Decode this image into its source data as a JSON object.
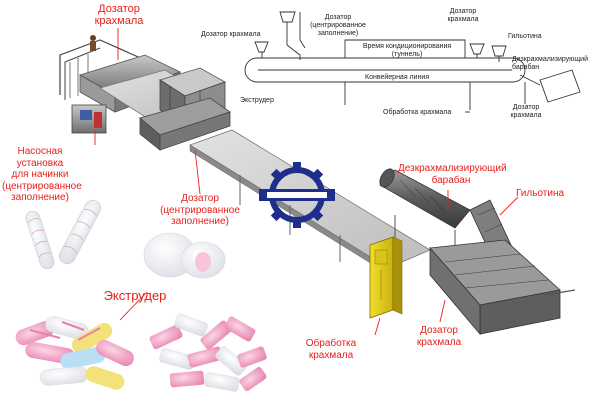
{
  "labels": {
    "starch_doser_top": "Дозатор\nкрахмала",
    "pump_unit": "Насосная\nустановка\nдля начинки\n(центрированное\nзаполнение)",
    "extruder": "Экструдер",
    "depositor": "Дозатор\n(центрированное\nзаполнение)",
    "destarching_drum": "Дезкрахмализирующий\nбарабан",
    "guillotine": "Гильотина",
    "starch_treatment": "Обработка\nкрахмала",
    "starch_doser_bottom": "Дозатор\nкрахмала"
  },
  "schematic": {
    "starch_doser_left": "Дозатор крахмала",
    "depositor": "Дозатор\n(центрированное\nзаполнение)",
    "starch_doser_right": "Дозатор\nкрахмала",
    "guillotine": "Гильотина",
    "conditioning": "Время кондиционирования\n(туннель)",
    "destarching_drum": "Дезкрахмализирующий\nбарабан",
    "conveyor": "Конвейерная линия",
    "extruder": "Экструдер",
    "starch_treatment": "Обработка крахмала",
    "starch_doser_bottom": "Дозатор\nкрахмала"
  },
  "colors": {
    "label_red": "#e8201c",
    "logo_blue": "#1f2d8c",
    "starch_unit_yellow": "#e9d21a",
    "machine_gray": "#8a8a8a",
    "marshmallow_pink": "#f3a9c8",
    "marshmallow_white": "#f4f4f6"
  },
  "icons": [
    "gear-logo-icon",
    "marshmallow-rolls-icon",
    "marshmallow-domes-icon",
    "marshmallow-twists-icon",
    "marshmallow-sticks-icon"
  ]
}
